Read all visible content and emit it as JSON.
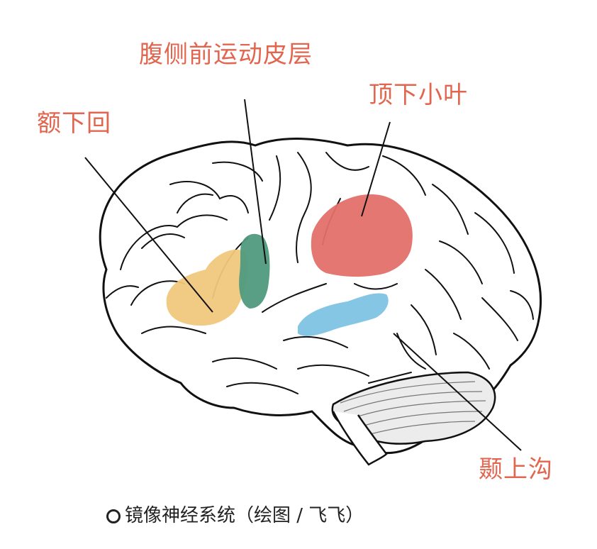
{
  "labels": {
    "vpm": "腹侧前运动皮层",
    "ipl": "顶下小叶",
    "ifg": "额下回",
    "sts": "颞上沟"
  },
  "caption": "镜像神经系统（绘图 / 飞飞）",
  "colors": {
    "label": "#e2664f",
    "ifg_region": "#f0c77c",
    "vpm_region": "#4f9a7e",
    "ipl_region": "#e4706c",
    "sts_region": "#7ec3e3"
  }
}
